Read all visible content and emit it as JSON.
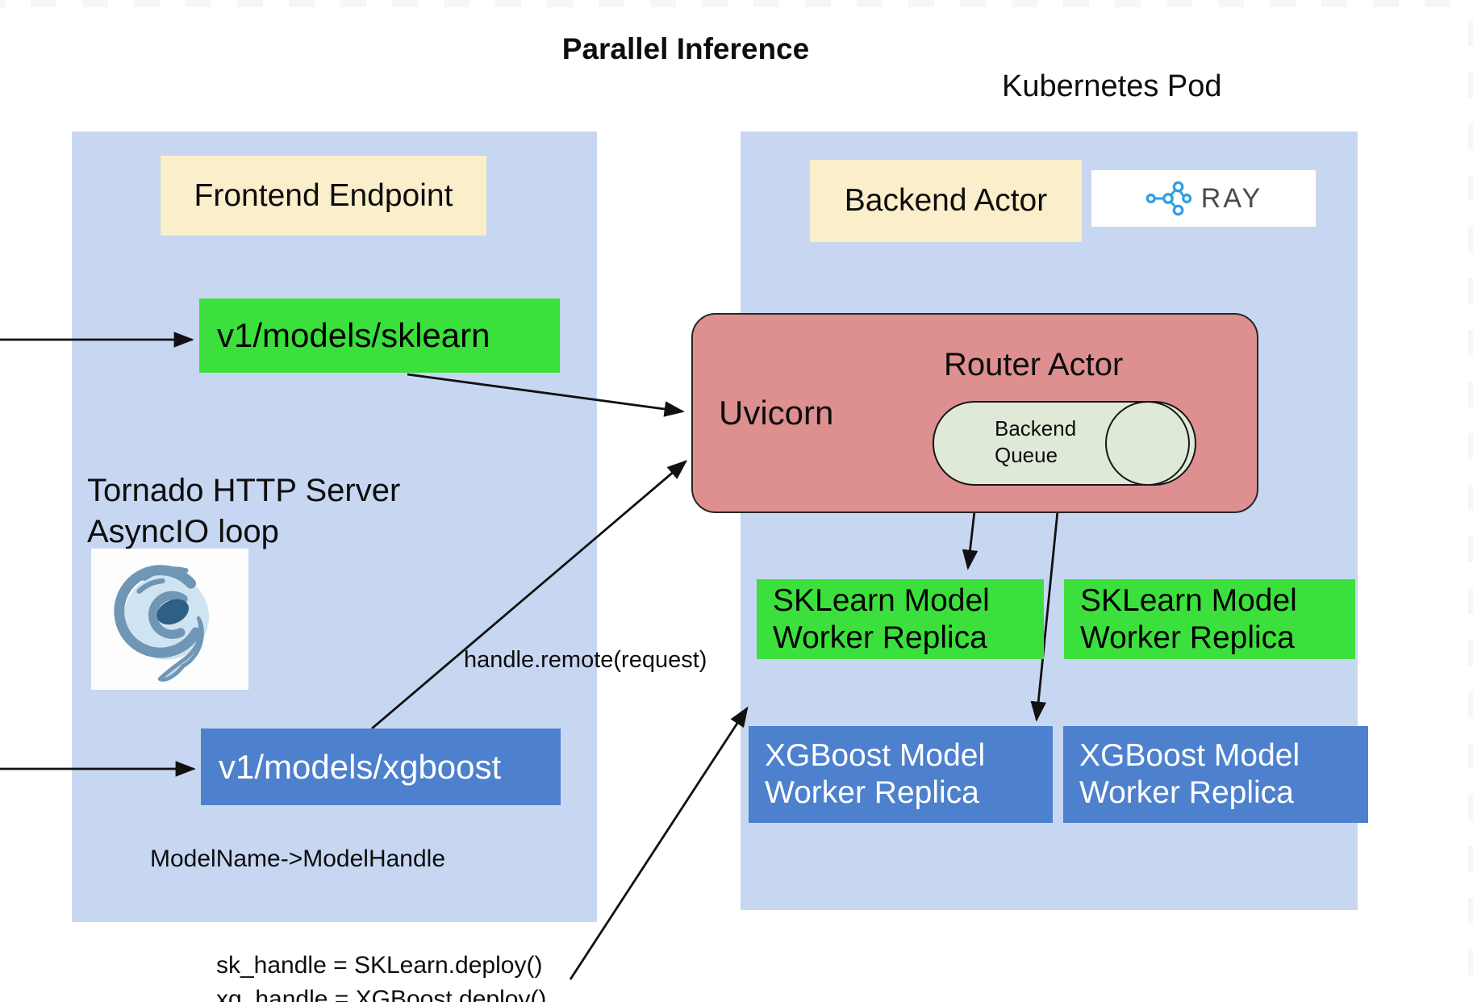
{
  "title": "Parallel Inference",
  "kubernetes_pod_label": "Kubernetes Pod",
  "colors": {
    "panel_blue": "#c7d7f2",
    "endpoint_green": "#3ce03c",
    "endpoint_blue": "#4d80cd",
    "router_pink": "#de9090",
    "queue_green": "#dfe9d8",
    "label_cream": "#fbeecb",
    "ray_blue": "#2e9fe6",
    "arrow_black": "#111111"
  },
  "frontend": {
    "title": "Frontend Endpoint",
    "sklearn_endpoint": "v1/models/sklearn",
    "xgboost_endpoint": "v1/models/xgboost",
    "tornado_line1": "Tornado HTTP Server",
    "tornado_line2": "AsyncIO loop",
    "model_map": "ModelName->ModelHandle",
    "tornado_icon": "tornado-swirl-icon"
  },
  "backend": {
    "title": "Backend Actor",
    "ray_logo_text": "RAY",
    "ray_icon": "ray-nodes-icon",
    "router": {
      "title": "Router Actor",
      "server_label": "Uvicorn",
      "queue_line1": "Backend",
      "queue_line2": "Queue"
    },
    "workers": [
      {
        "type": "sklearn",
        "line1": "SKLearn Model",
        "line2": "Worker Replica"
      },
      {
        "type": "sklearn",
        "line1": "SKLearn Model",
        "line2": "Worker Replica"
      },
      {
        "type": "xgboost",
        "line1": "XGBoost Model",
        "line2": "Worker Replica"
      },
      {
        "type": "xgboost",
        "line1": "XGBoost Model",
        "line2": "Worker Replica"
      }
    ]
  },
  "annotations": {
    "handle_remote": "handle.remote(request)",
    "deploy_line1": "sk_handle = SKLearn.deploy()",
    "deploy_line2": "xg_handle = XGBoost.deploy()"
  }
}
